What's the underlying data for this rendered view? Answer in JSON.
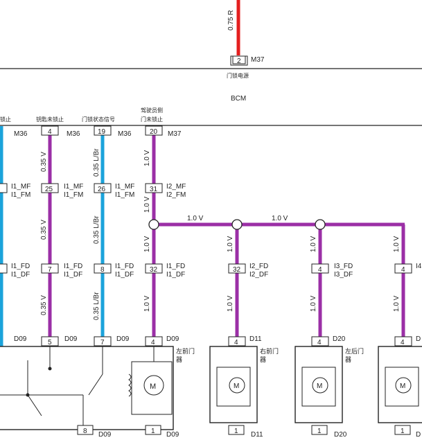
{
  "colors": {
    "red": "#e41f1f",
    "purple": "#9b2fa6",
    "blue": "#1ba3db",
    "line": "#222222"
  },
  "top": {
    "wire": "0.75 R",
    "pin": "2",
    "conn": "M37",
    "label": "门锁电源"
  },
  "module": {
    "name": "BCM"
  },
  "headers": {
    "h1": "锁止",
    "h2": "钥匙未锁止",
    "h3": "门锁状态信号",
    "h4a": "驾驶员侧",
    "h4b": "门未锁止"
  },
  "row1": {
    "pins": [
      "4",
      "19",
      "20"
    ],
    "conns": [
      "M36",
      "M36",
      "M36",
      "M37"
    ]
  },
  "wires": {
    "a": "0.35 V",
    "b": "0.35 L/Br",
    "c": "1.0 V"
  },
  "row2": {
    "pins": [
      "25",
      "26",
      "31"
    ],
    "labels": [
      [
        "I1_MF",
        "I1_FM"
      ],
      [
        "I1_MF",
        "I1_FM"
      ],
      [
        "I1_MF",
        "I1_FM"
      ],
      [
        "I2_MF",
        "I2_FM"
      ]
    ]
  },
  "row3": {
    "pins": [
      "7",
      "8",
      "32",
      "32",
      "4",
      "4"
    ],
    "labels": [
      [
        "I1_FD",
        "I1_DF"
      ],
      [
        "I1_FD",
        "I1_DF"
      ],
      [
        "I1_FD",
        "I1_DF"
      ],
      [
        "I1_FD",
        "I1_DF"
      ],
      [
        "I2_FD",
        "I2_DF"
      ],
      [
        "I3_FD",
        "I3_DF"
      ],
      [
        "I4",
        ""
      ]
    ]
  },
  "row4": {
    "pins": [
      "5",
      "7",
      "4",
      "4",
      "4",
      "4"
    ],
    "conns": [
      "D09",
      "D09",
      "D09",
      "D09",
      "D11",
      "D20",
      "D"
    ]
  },
  "doors": {
    "d1": "左前门",
    "d2": "右前门",
    "d3": "左后门",
    "d4": "器",
    "motor": "M"
  },
  "bottom": {
    "pins": [
      "8",
      "1",
      "1",
      "1",
      "1"
    ],
    "conns": [
      "D09",
      "D09",
      "D11",
      "D20",
      "D"
    ]
  }
}
